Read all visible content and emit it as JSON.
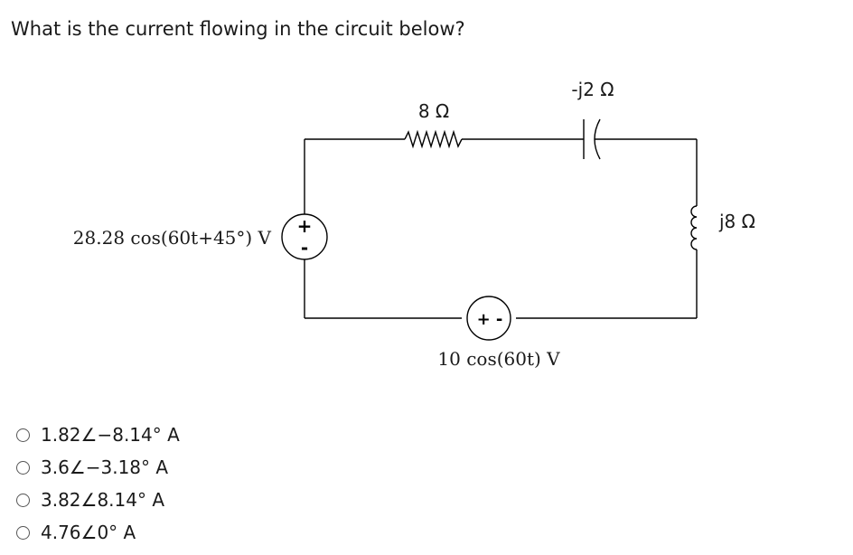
{
  "question": "What is the current flowing in the circuit below?",
  "circuit": {
    "source_left_label": "28.28 cos(60t+45°) V",
    "source_left_polarity_plus": "+",
    "source_left_polarity_minus": "-",
    "resistor_label": "8 Ω",
    "capacitor_label": "-j2 Ω",
    "inductor_label": "j8 Ω",
    "source_bottom_polarity": "+ -",
    "source_bottom_label": "10 cos(60t) V"
  },
  "options": [
    {
      "label": "1.82∠−8.14° A"
    },
    {
      "label": "3.6∠−3.18° A"
    },
    {
      "label": "3.82∠8.14° A"
    },
    {
      "label": "4.76∠0° A"
    }
  ],
  "colors": {
    "wire": "#000000",
    "text": "#1a1a1a",
    "radio_border": "#555555"
  }
}
